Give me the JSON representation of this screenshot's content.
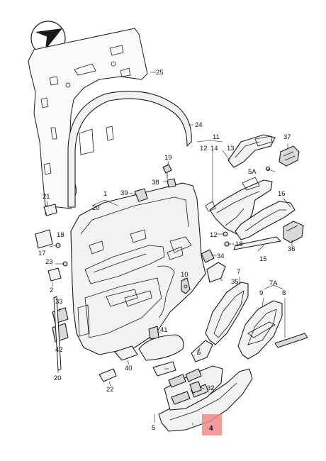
{
  "diagram": {
    "highlight_color": "#f08a8a",
    "highlighted_part": "4",
    "callouts": {
      "c1": "1",
      "c2": "2",
      "c4": "4",
      "c5a": "5",
      "c5b": "5",
      "c5A": "5A",
      "c7": "7",
      "c7A": "7A",
      "c8": "8",
      "c9": "9",
      "c10": "10",
      "c11": "11",
      "c12a": "12",
      "c12b": "12",
      "c13": "13",
      "c14": "14",
      "c15": "15",
      "c16": "16",
      "c17": "17",
      "c18a": "18",
      "c18b": "18",
      "c19": "19",
      "c20a": "20",
      "c20b": "20",
      "c21": "21",
      "c22": "22",
      "c23": "23",
      "c24": "24",
      "c25": "25",
      "c32": "32",
      "c33": "33",
      "c34": "34",
      "c35": "35",
      "c36": "36",
      "c37": "37",
      "c38": "38",
      "c39": "39",
      "c40": "40",
      "c41": "41",
      "c42": "42"
    },
    "icons": {
      "compass": "north-arrow-icon"
    }
  }
}
